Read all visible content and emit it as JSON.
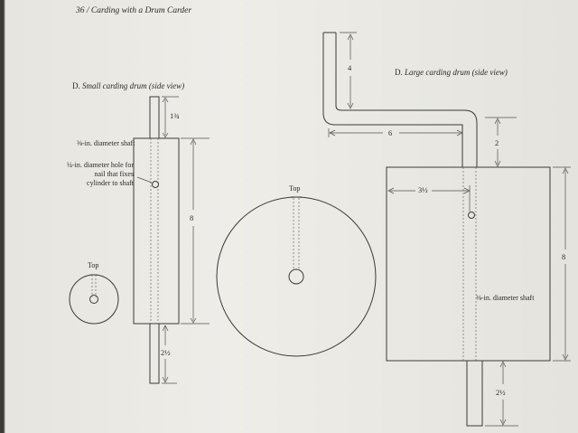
{
  "page_header": {
    "page_number": "36",
    "separator": "/",
    "title": "Carding with a Drum Carder"
  },
  "small_drum": {
    "caption_letter": "D.",
    "caption_text": "Small carding drum (side view)",
    "shaft_label": "⅜-in. diameter shaft",
    "hole_label_line1": "¼-in. diameter hole for",
    "hole_label_line2": "nail that fixes",
    "hole_label_line3": "cylinder to shaft",
    "dim_shaft_top": "1¾",
    "dim_height": "8",
    "dim_shaft_bottom": "2½",
    "top_view_label": "Top"
  },
  "middle_top_view": {
    "label": "Top"
  },
  "large_drum": {
    "caption_letter": "D.",
    "caption_text": "Large carding drum (side view)",
    "dim_crank_vertical": "4",
    "dim_crank_horizontal": "6",
    "dim_crank_rise": "2",
    "dim_offset": "3½",
    "dim_height": "8",
    "shaft_label": "⅜-in. diameter shaft",
    "dim_shaft_bottom": "2½"
  }
}
